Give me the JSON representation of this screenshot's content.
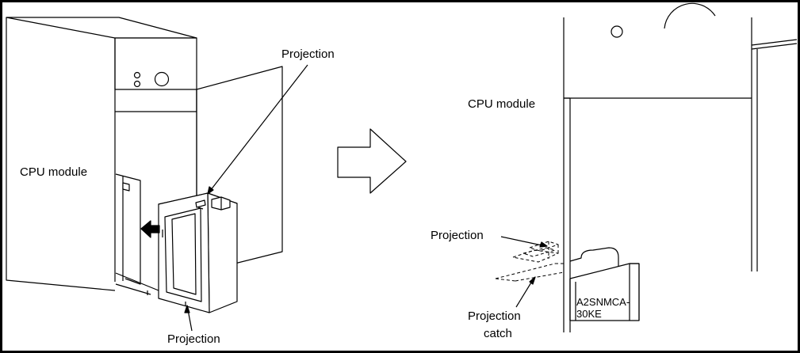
{
  "figure": {
    "left_panel": {
      "cpu_module_label": "CPU module",
      "projection_top_label": "Projection",
      "projection_bottom_label": "Projection"
    },
    "right_panel": {
      "cpu_module_label": "CPU module",
      "projection_label": "Projection",
      "projection_catch_label_line1": "Projection",
      "projection_catch_label_line2": "catch",
      "cartridge_label_line1": "A2SNMCA-",
      "cartridge_label_line2": "30KE"
    }
  }
}
